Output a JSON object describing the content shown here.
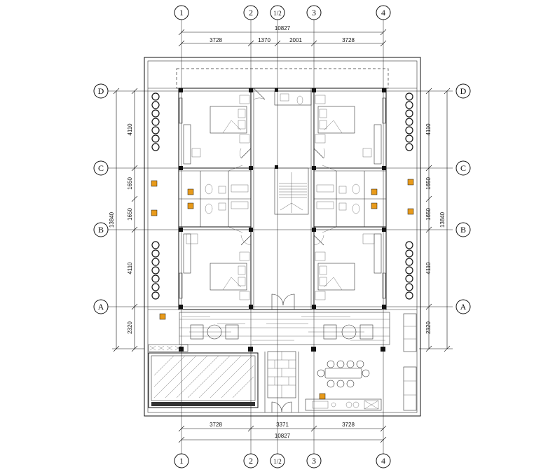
{
  "axes": {
    "vertical": [
      "1",
      "2",
      "1/2",
      "3",
      "4"
    ],
    "horizontal": [
      "D",
      "C",
      "B",
      "A"
    ]
  },
  "dimensions": {
    "top_total": "10827",
    "top_segments": [
      "3728",
      "1370",
      "2001",
      "3728"
    ],
    "bottom_total": "10827",
    "bottom_segments": [
      "3728",
      "3371",
      "3728"
    ],
    "left_total": "13840",
    "left_segments": [
      "4110",
      "1650",
      "1650",
      "4110",
      "2320"
    ],
    "right_total": "13840",
    "right_segments": [
      "4110",
      "1650",
      "1650",
      "4110",
      "2320"
    ]
  },
  "colors": {
    "line": "#111111",
    "accent": "#e89a1a"
  }
}
